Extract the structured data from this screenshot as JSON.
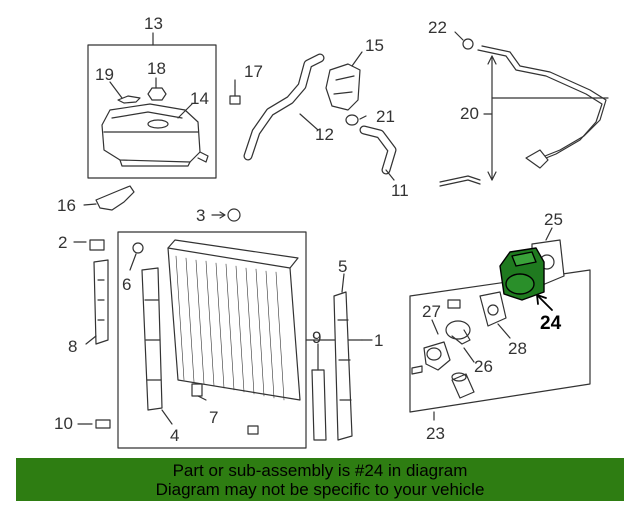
{
  "callouts": {
    "c1": "1",
    "c2": "2",
    "c3": "3",
    "c4": "4",
    "c5": "5",
    "c6": "6",
    "c7": "7",
    "c8": "8",
    "c9": "9",
    "c10": "10",
    "c11": "11",
    "c12": "12",
    "c13": "13",
    "c14": "14",
    "c15": "15",
    "c16": "16",
    "c17": "17",
    "c18": "18",
    "c19": "19",
    "c20": "20",
    "c21": "21",
    "c22": "22",
    "c23": "23",
    "c24": "24",
    "c25": "25",
    "c26": "26",
    "c27": "27",
    "c28": "28"
  },
  "highlighted_part": "24",
  "colors": {
    "highlight_part": "#1f7a1f",
    "banner": "#2e7d12",
    "line_art": "#333333"
  },
  "footer": {
    "line1": "Part or sub-assembly is #24 in diagram",
    "line2": "Diagram may not be specific to your vehicle"
  }
}
